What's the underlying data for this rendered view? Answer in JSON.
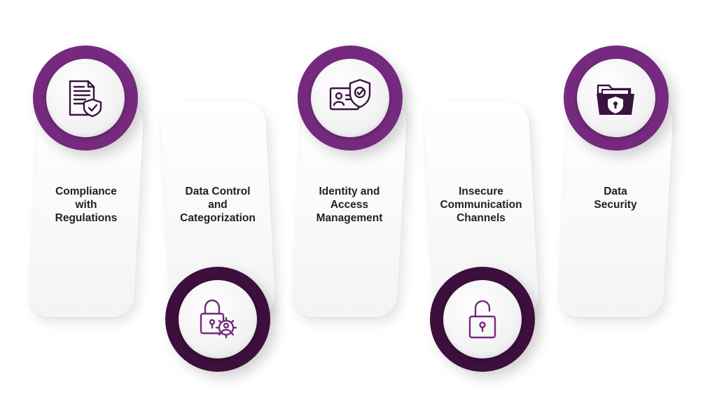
{
  "steps": [
    {
      "label_lines": [
        "Compliance",
        "with",
        "Regulations"
      ],
      "icon": "document-shield-icon"
    },
    {
      "label_lines": [
        "Data Control",
        "and",
        "Categorization"
      ],
      "icon": "lock-gear-icon"
    },
    {
      "label_lines": [
        "Identity and",
        "Access",
        "Management"
      ],
      "icon": "id-card-shield-icon"
    },
    {
      "label_lines": [
        "Insecure",
        "Communication",
        "Channels"
      ],
      "icon": "open-padlock-icon"
    },
    {
      "label_lines": [
        "Data",
        "Security"
      ],
      "icon": "folder-shield-icon"
    }
  ],
  "colors": {
    "primary": "#752a7f",
    "dark": "#3c0f3c",
    "icon": "#3a1340",
    "text": "#231f20"
  }
}
